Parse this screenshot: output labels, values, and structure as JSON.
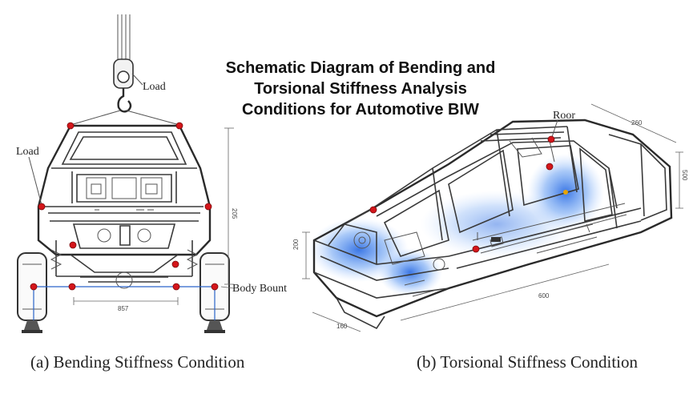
{
  "title_lines": [
    "Schematic Diagram of Bending and",
    "Torsional Stiffness Analysis",
    "Conditions for Automotive BIW"
  ],
  "panel_a": {
    "caption": "(a) Bending Stiffness Condition",
    "labels": {
      "load_top": "Load",
      "load_left": "Load",
      "body_mount": "Body Bount"
    },
    "dims": {
      "height": "205",
      "width": "857"
    }
  },
  "panel_b": {
    "caption": "(b) Torsional Stiffness Condition",
    "labels": {
      "roof": "Roor"
    },
    "dims": {
      "front_height": "200",
      "front_width": "160",
      "length": "600",
      "roof_len": "260",
      "rear_height": "500"
    }
  },
  "colors": {
    "node": "#d4161b",
    "stress": "#1a5fe0",
    "line": "#3a3a3a"
  }
}
